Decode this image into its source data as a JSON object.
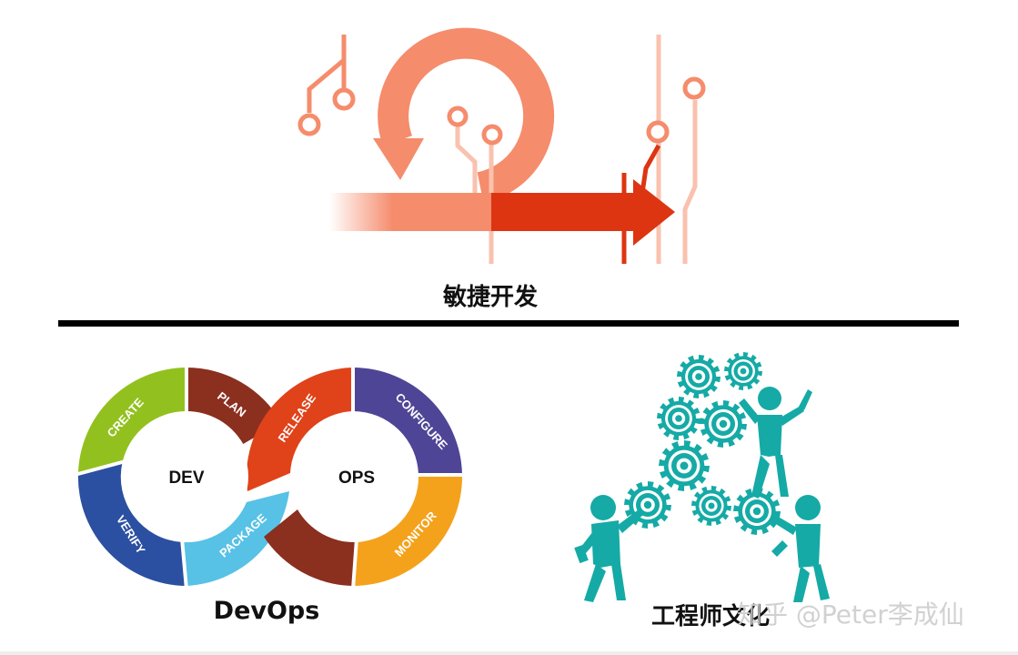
{
  "agile": {
    "title": "敏捷开发"
  },
  "devops": {
    "title": "DevOps",
    "dev_label": "DEV",
    "ops_label": "OPS",
    "segments": {
      "create": "CREATE",
      "plan": "PLAN",
      "verify": "VERIFY",
      "package": "PACKAGE",
      "release": "RELEASE",
      "configure": "CONFIGURE",
      "monitor": "MONITOR"
    }
  },
  "engineering": {
    "title": "工程师文化"
  },
  "watermark": {
    "text": "知乎 @Peter李成仙"
  },
  "colors": {
    "agile_light": "#f58c6c",
    "agile_dark": "#dd3512",
    "create": "#92c11f",
    "plan": "#8b2f1f",
    "verify": "#2b4fa1",
    "package": "#58c1e6",
    "release": "#e0421a",
    "configure": "#4e4596",
    "monitor": "#f4a21c",
    "gear_teal": "#15aaa6",
    "divider": "#000000"
  }
}
